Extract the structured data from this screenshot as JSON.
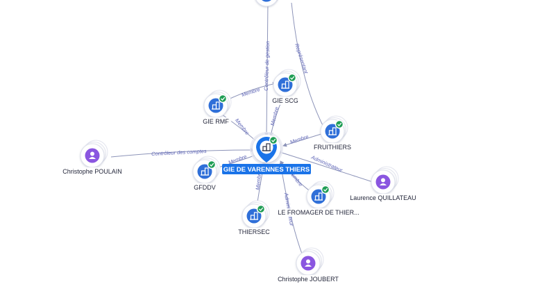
{
  "graph": {
    "center": {
      "label": "GIE DE VARENNES THIERS",
      "type": "company",
      "verified": true
    },
    "nodes": [
      {
        "id": "top",
        "label": "",
        "type": "company",
        "verified": false
      },
      {
        "id": "scg",
        "label": "GIE SCG",
        "type": "company",
        "verified": true
      },
      {
        "id": "rmf",
        "label": "GIE RMF",
        "type": "company",
        "verified": true
      },
      {
        "id": "fruit",
        "label": "FRUITHIERS",
        "type": "company",
        "verified": true
      },
      {
        "id": "poulain",
        "label": "Christophe POULAIN",
        "type": "person"
      },
      {
        "id": "gfddv",
        "label": "GFDDV",
        "type": "company",
        "verified": true
      },
      {
        "id": "quill",
        "label": "Laurence QUILLATEAU",
        "type": "person"
      },
      {
        "id": "fromag",
        "label": "LE FROMAGER DE THIER...",
        "type": "company",
        "verified": true
      },
      {
        "id": "thiersec",
        "label": "THIERSEC",
        "type": "company",
        "verified": true
      },
      {
        "id": "joubert",
        "label": "Christophe JOUBERT",
        "type": "person"
      }
    ],
    "edges": [
      {
        "from": "top",
        "label": "Contrôleur de gestion"
      },
      {
        "from": "top",
        "to": "fruit",
        "label": "Représentant"
      },
      {
        "from": "rmf",
        "to": "scg",
        "label": "Membre"
      },
      {
        "from": "rmf",
        "label": "Membre"
      },
      {
        "from": "scg",
        "label": "Membre"
      },
      {
        "from": "fruit",
        "label": "Membre"
      },
      {
        "from": "poulain",
        "label": "Contrôleur des comptes"
      },
      {
        "from": "gfddv",
        "label": "Membre"
      },
      {
        "from": "quill",
        "label": "Administrateur"
      },
      {
        "from": "fromag",
        "label": "Membre"
      },
      {
        "from": "thiersec",
        "label": "Membre"
      },
      {
        "from": "joubert",
        "label": "Administrateur"
      }
    ],
    "colors": {
      "company": "#2f6fd8",
      "person": "#8a56e0",
      "verified": "#1f9d55",
      "center": "#1a73e8",
      "edge": "#8c93b8",
      "edge_label": "#5c63b6"
    }
  }
}
